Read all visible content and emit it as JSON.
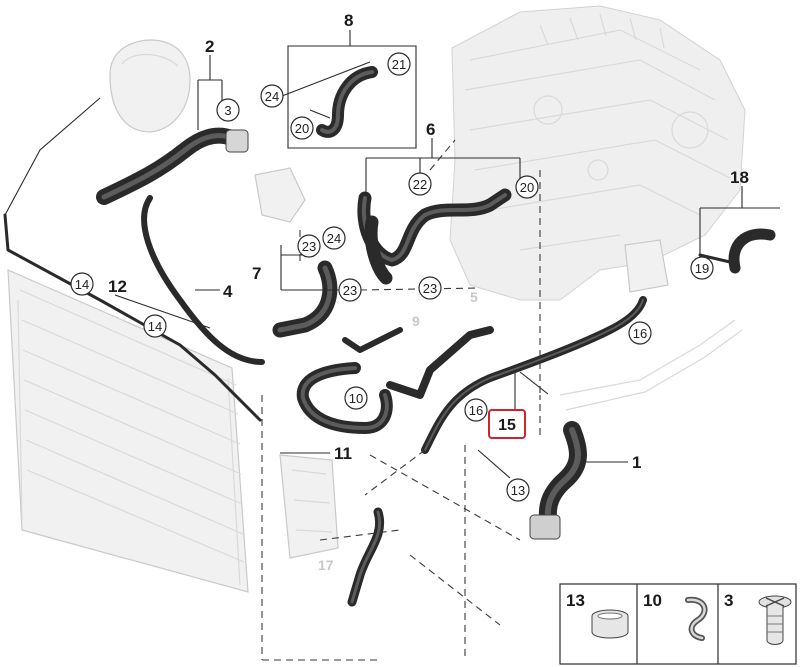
{
  "diagram": {
    "callouts": [
      {
        "id": "c2",
        "text": "2"
      },
      {
        "id": "c8",
        "text": "8"
      },
      {
        "id": "c6",
        "text": "6"
      },
      {
        "id": "c18",
        "text": "18"
      },
      {
        "id": "c4",
        "text": "4"
      },
      {
        "id": "c7",
        "text": "7"
      },
      {
        "id": "c12",
        "text": "12"
      },
      {
        "id": "c11",
        "text": "11"
      },
      {
        "id": "c1",
        "text": "1"
      },
      {
        "id": "c5",
        "text": "5"
      },
      {
        "id": "c9",
        "text": "9"
      },
      {
        "id": "c17",
        "text": "17"
      }
    ],
    "circled": [
      {
        "id": "k3",
        "text": "3"
      },
      {
        "id": "k24a",
        "text": "24"
      },
      {
        "id": "k21",
        "text": "21"
      },
      {
        "id": "k20a",
        "text": "20"
      },
      {
        "id": "k22",
        "text": "22"
      },
      {
        "id": "k20b",
        "text": "20"
      },
      {
        "id": "k23a",
        "text": "23"
      },
      {
        "id": "k24b",
        "text": "24"
      },
      {
        "id": "k23b",
        "text": "23"
      },
      {
        "id": "k23c",
        "text": "23"
      },
      {
        "id": "k19",
        "text": "19"
      },
      {
        "id": "k14a",
        "text": "14"
      },
      {
        "id": "k14b",
        "text": "14"
      },
      {
        "id": "k16a",
        "text": "16"
      },
      {
        "id": "k10",
        "text": "10"
      },
      {
        "id": "k16b",
        "text": "16"
      },
      {
        "id": "k13",
        "text": "13"
      }
    ],
    "highlight": {
      "text": "15",
      "border_color": "#d0242a"
    },
    "legend": [
      {
        "text": "13",
        "icon": "hose-clamp-icon"
      },
      {
        "text": "10",
        "icon": "spring-clip-icon"
      },
      {
        "text": "3",
        "icon": "drain-plug-icon"
      }
    ]
  }
}
